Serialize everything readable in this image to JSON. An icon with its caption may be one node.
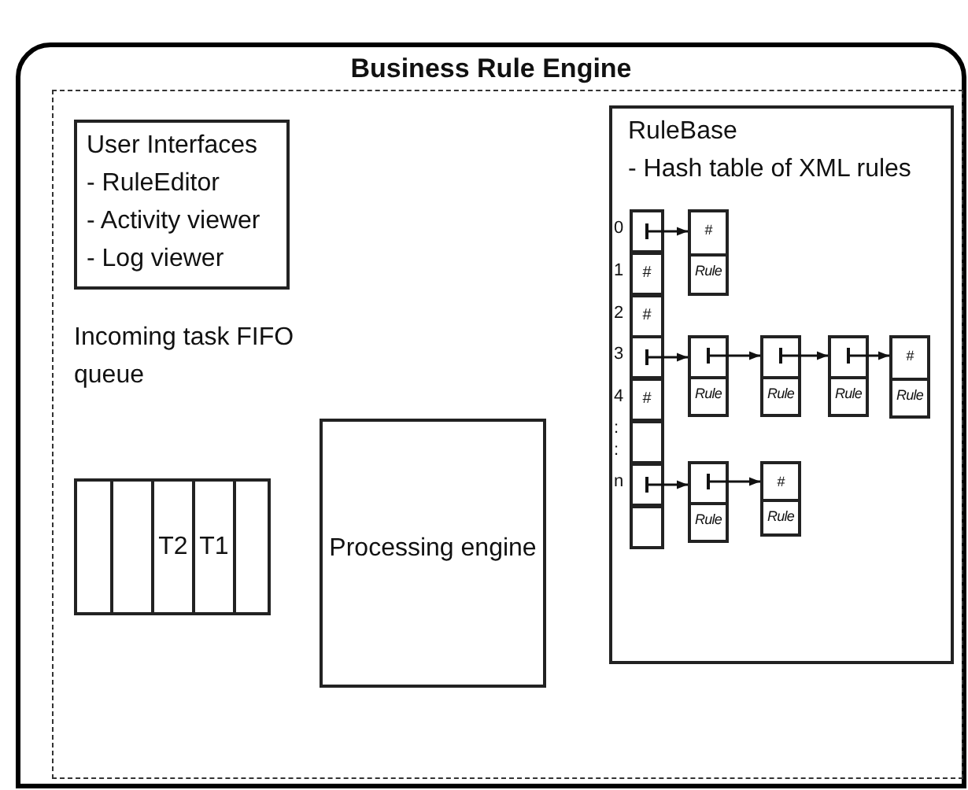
{
  "diagram": {
    "nodes": [
      {
        "text": [
          "Business Rule Engine"
        ]
      },
      {
        "text": [
          "User Interfaces",
          "- RuleEditor",
          "- Activity viewer",
          "- Log viewer"
        ],
        "in": 0
      },
      {
        "text": [
          "Incoming task FIFO queue"
        ],
        "in": 0
      },
      {
        "text": [],
        "shape": "box",
        "in": 2
      },
      {
        "text": [],
        "shape": "box",
        "in": 2
      },
      {
        "text": [
          "T2"
        ],
        "in": 2
      },
      {
        "text": [
          "T1"
        ],
        "in": 2
      },
      {
        "text": [],
        "shape": "box",
        "in": 2
      },
      {
        "text": [
          "Processing engine"
        ],
        "in": 0
      },
      {
        "text": [
          "RuleBase",
          "- Hash table of XML rules"
        ],
        "in": 0
      },
      {
        "text": [],
        "shape": "box",
        "in": 9,
        "beside": [
          "0"
        ]
      },
      {
        "text": [
          "#"
        ],
        "in": 9,
        "beside": [
          "1"
        ]
      },
      {
        "text": [
          "#"
        ],
        "in": 9,
        "beside": [
          "2"
        ]
      },
      {
        "text": [],
        "shape": "box",
        "in": 9,
        "beside": [
          "3"
        ]
      },
      {
        "text": [
          "#"
        ],
        "in": 9,
        "beside": [
          "4"
        ]
      },
      {
        "text": [],
        "shape": "box",
        "in": 9,
        "beside": [
          ":",
          ":"
        ]
      },
      {
        "text": [],
        "shape": "box",
        "in": 9,
        "beside": [
          "n"
        ]
      },
      {
        "text": [],
        "shape": "box",
        "in": 9
      },
      {
        "text": [
          "#",
          "Rule"
        ],
        "in": 9
      },
      {
        "text": [
          "Rule"
        ],
        "in": 9
      },
      {
        "text": [
          "Rule"
        ],
        "in": 9
      },
      {
        "text": [
          "Rule"
        ],
        "in": 9
      },
      {
        "text": [
          "#",
          "Rule"
        ],
        "in": 9
      },
      {
        "text": [
          "Rule"
        ],
        "in": 9
      },
      {
        "text": [
          "#",
          "Rule"
        ],
        "in": 9
      }
    ],
    "edges": [
      {
        "from": 10,
        "to": 18,
        "arrow": "to"
      },
      {
        "from": 13,
        "to": 19,
        "arrow": "to"
      },
      {
        "from": 19,
        "to": 20,
        "arrow": "to"
      },
      {
        "from": 20,
        "to": 21,
        "arrow": "to"
      },
      {
        "from": 21,
        "to": 22,
        "arrow": "to"
      },
      {
        "from": 16,
        "to": 23,
        "arrow": "to"
      },
      {
        "from": 23,
        "to": 24,
        "arrow": "to"
      }
    ]
  }
}
